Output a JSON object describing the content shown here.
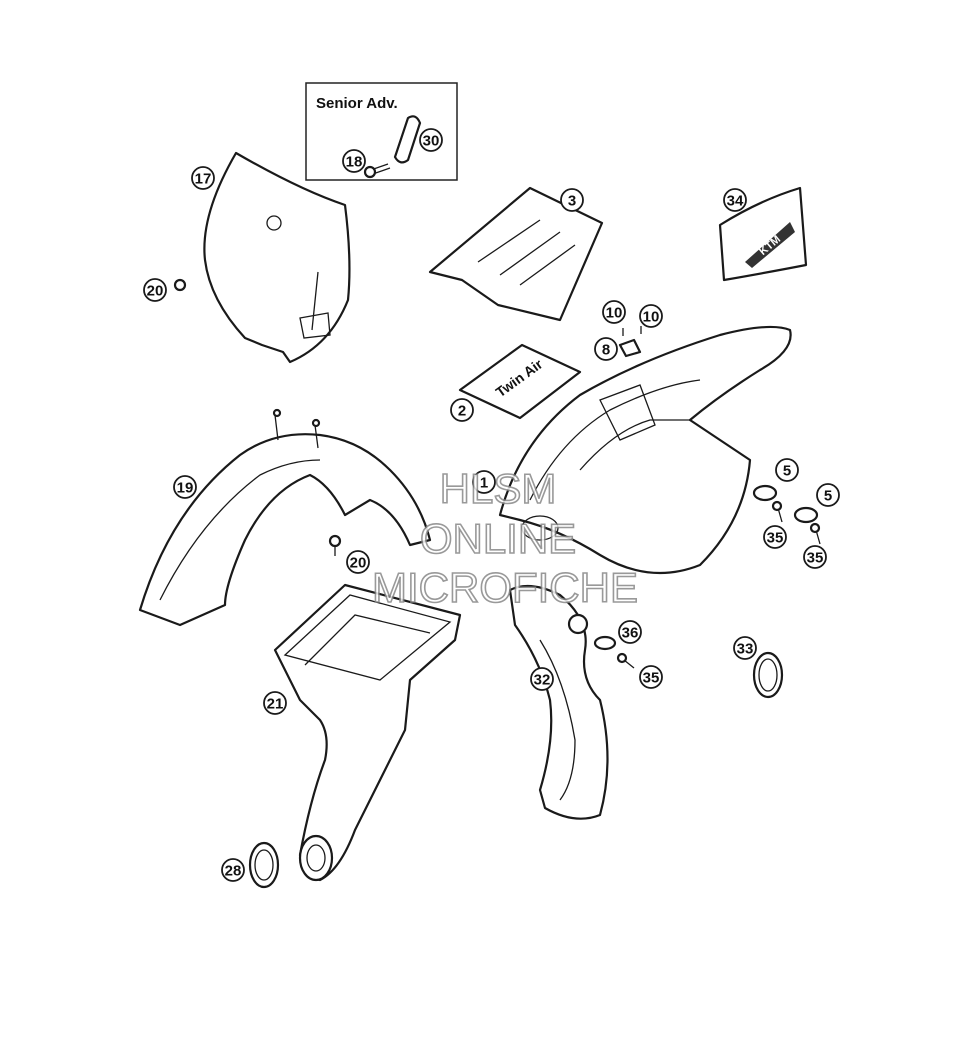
{
  "inset": {
    "title": "Senior Adv."
  },
  "decal_2_text": "Twin Air",
  "logo_34_text": "KTM",
  "watermark": {
    "line1": "HLSM",
    "line2": "ONLINE",
    "line3": "MICROFICHE"
  },
  "callouts": [
    "17",
    "18",
    "30",
    "3",
    "34",
    "20",
    "10",
    "10",
    "8",
    "2",
    "19",
    "1",
    "5",
    "5",
    "35",
    "35",
    "20",
    "36",
    "35",
    "33",
    "21",
    "32",
    "28"
  ]
}
